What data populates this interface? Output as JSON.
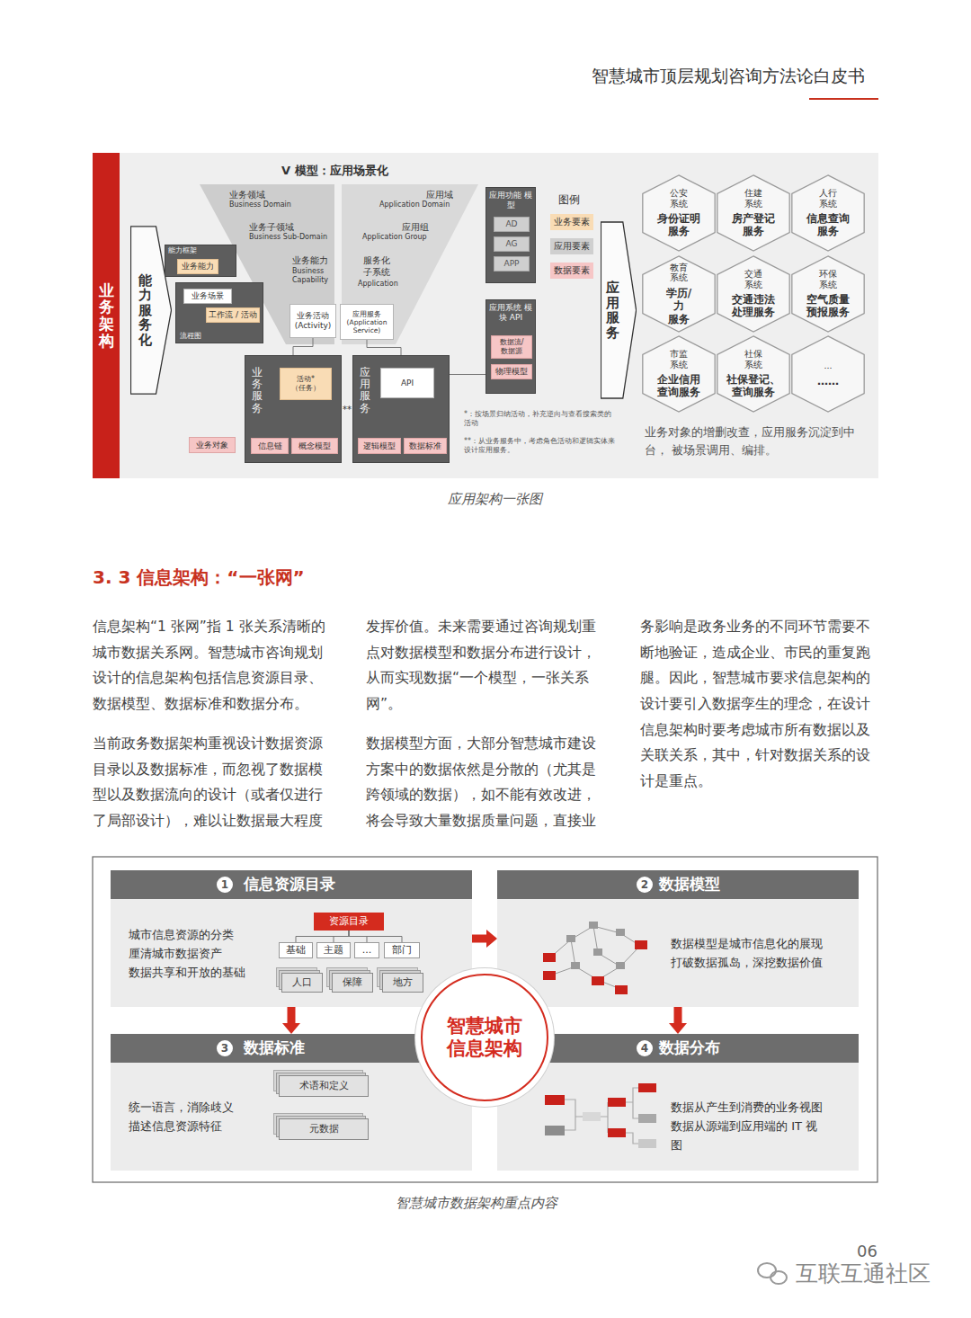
{
  "diagram": {
    "title": "智慧城市顶层规划咨询方法论白皮书",
    "caption": "应用架构一张图",
    "nodes": [
      {
        "text": [
          "业务架构"
        ]
      },
      {
        "text": [
          "能力服务化"
        ]
      },
      {
        "text": [
          "能力框架"
        ]
      },
      {
        "text": [
          "业务能力"
        ],
        "in": 2
      },
      {
        "text": [
          "流程图"
        ]
      },
      {
        "text": [
          "业务场景"
        ],
        "in": 4
      },
      {
        "text": [
          "工作流 / 活动"
        ],
        "in": 4
      },
      {
        "text": [
          "业务活动 (Activity)"
        ]
      },
      {
        "text": [
          "应用服务 (Application Service)"
        ]
      },
      {
        "text": [
          "业务对象"
        ]
      },
      {
        "text": [
          "业务服务"
        ]
      },
      {
        "text": [
          "活动* （任务）"
        ],
        "in": 10
      },
      {
        "text": [
          "信息链"
        ],
        "in": 10
      },
      {
        "text": [
          "概念模型"
        ],
        "in": 10
      },
      {
        "text": [
          "应用服务"
        ]
      },
      {
        "text": [
          "API"
        ],
        "in": 14
      },
      {
        "text": [
          "逻辑模型"
        ],
        "in": 14
      },
      {
        "text": [
          "数据标准"
        ],
        "in": 14
      },
      {
        "text": [
          "应用功能 模型"
        ]
      },
      {
        "text": [
          "AD"
        ],
        "in": 18
      },
      {
        "text": [
          "AG"
        ],
        "in": 18
      },
      {
        "text": [
          "APP"
        ],
        "in": 18
      },
      {
        "text": [
          "应用系统 模块 API"
        ]
      },
      {
        "text": [
          "数据流/ 数据源"
        ],
        "in": 22
      },
      {
        "text": [
          "物理模型"
        ],
        "in": 22
      },
      {
        "text": [
          "应用服务"
        ]
      },
      {
        "text": [
          "公安 系统",
          "身份证明 服务"
        ]
      },
      {
        "text": [
          "住建 系统",
          "房产登记 服务"
        ]
      },
      {
        "text": [
          "人行 系统",
          "信息查询 服务"
        ]
      },
      {
        "text": [
          "教育 系统",
          "学历/力 服务"
        ]
      },
      {
        "text": [
          "交通 系统",
          "交通违法 处理服务"
        ]
      },
      {
        "text": [
          "环保 系统",
          "空气质量 预报服务"
        ]
      },
      {
        "text": [
          "市监 系统",
          "企业信用 查询服务"
        ]
      },
      {
        "text": [
          "社保 系统",
          "社保登记、 查询服务"
        ]
      },
      {
        "text": [
          "...",
          "……"
        ]
      },
      {
        "text": [
          "信息资源目录",
          "城市信息资源的分类 厘清城市数据资产 数据共享和开放的基础"
        ]
      },
      {
        "text": [
          "资源目录"
        ],
        "in": 35
      },
      {
        "text": [
          "基础"
        ],
        "in": 35
      },
      {
        "text": [
          "主题"
        ],
        "in": 35
      },
      {
        "text": [
          "..."
        ],
        "in": 35
      },
      {
        "text": [
          "部门"
        ],
        "in": 35
      },
      {
        "text": [
          "人口"
        ],
        "in": 35
      },
      {
        "text": [
          "保障"
        ],
        "in": 35
      },
      {
        "text": [
          "地方"
        ],
        "in": 35
      },
      {
        "text": [
          "数据模型",
          "数据模型是城市信息化的展现 打破数据孤岛，深挖数据价值"
        ]
      },
      {
        "text": [
          "数据标准",
          "统一语言，消除歧义 描述信息资源特征"
        ]
      },
      {
        "text": [
          "术语和定义"
        ],
        "in": 45
      },
      {
        "text": [
          "元数据"
        ],
        "in": 45
      },
      {
        "text": [
          "数据分布",
          "数据从产生到消费的业务视图 数据从源端到应用端的 IT 视图"
        ]
      },
      {
        "text": [
          "智慧城市信息架构"
        ]
      }
    ],
    "edges": [
      {
        "from": 7,
        "to": 10,
        "arrow": "none"
      },
      {
        "from": 8,
        "to": 14,
        "arrow": "none"
      },
      {
        "from": 10,
        "to": 14,
        "arrow": "none",
        "label": "**"
      },
      {
        "from": 22,
        "to": 14,
        "arrow": "none"
      },
      {
        "from": 36,
        "to": 37,
        "arrow": "none"
      },
      {
        "from": 36,
        "to": 38,
        "arrow": "none"
      },
      {
        "from": 36,
        "to": 39,
        "arrow": "none"
      },
      {
        "from": 36,
        "to": 40,
        "arrow": "none"
      },
      {
        "from": 35,
        "to": 44,
        "arrow": "to"
      },
      {
        "from": 35,
        "to": 45,
        "arrow": "to"
      },
      {
        "from": 44,
        "to": 48,
        "arrow": "to"
      }
    ],
    "labels": [
      "V 模型：应用场景化",
      "业务领域",
      "Business Domain",
      "业务子领域",
      "Business Sub-Domain",
      "业务能力",
      "Business Capability",
      "应用域",
      "Application Domain",
      "应用组",
      "Application Group",
      "服务化 子系统",
      "Application",
      "图例",
      "*：按场景归纳活动，补充逆向与查看搜索类的活动",
      "**：从业务服务中，考虑角色活动和逻辑实体来设计应用服务。",
      "业务对象的增删改查，应用服务沉淀到中台， 被场景调用、编排。",
      "3. 3 信息架构：“一张网”",
      "信息架构“1 张网”指 1 张关系清晰的城市数据关系网。智慧城市咨询规划设计的信息架构包括信息资源目录、数据模型、数据标准和数据分布。",
      "当前政务数据架构重视设计数据资源目录以及数据标准，而忽视了数据模型以及数据流向的设计（或者仅进行了局部设计），难以让数据最大程度",
      "发挥价值。未来需要通过咨询规划重点对数据模型和数据分布进行设计，从而实现数据“一个模型，一张关系网”。",
      "数据模型方面，大部分智慧城市建设方案中的数据依然是分散的（尤其是跨领域的数据），如不能有效改进，将会导致大量数据质量问题，直接业",
      "务影响是政务业务的不同环节需要不断地验证，造成企业、市民的重复跑腿。因此，智慧城市要求信息架构的设计要引入数据孪生的理念，在设计信息架构时要考虑城市所有数据以及关联关系，其中，针对数据关系的设计是重点。",
      "1",
      "2",
      "3",
      "4",
      "智慧城市数据架构重点内容",
      "06",
      "互联互通社区"
    ],
    "legend": [
      {
        "text": "业务要素",
        "color": "#f9dcb5"
      },
      {
        "text": "应用要素",
        "color": "#cfcfcf"
      },
      {
        "text": "数据要素",
        "color": "#f6c6c6"
      }
    ]
  }
}
